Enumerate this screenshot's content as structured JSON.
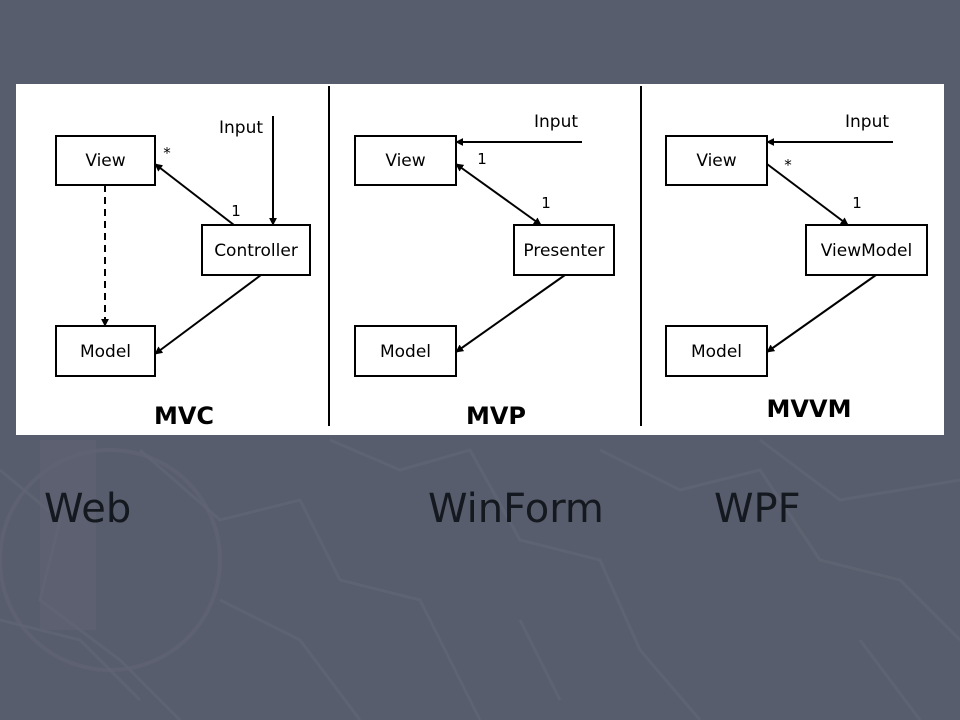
{
  "diagrams": {
    "mvc": {
      "title": "MVC",
      "view": "View",
      "controller": "Controller",
      "model": "Model",
      "input": "Input",
      "mult_view": "*",
      "mult_controller": "1"
    },
    "mvp": {
      "title": "MVP",
      "view": "View",
      "presenter": "Presenter",
      "model": "Model",
      "input": "Input",
      "mult_view": "1",
      "mult_presenter": "1"
    },
    "mvvm": {
      "title": "MVVM",
      "view": "View",
      "viewmodel": "ViewModel",
      "model": "Model",
      "input": "Input",
      "mult_view": "*",
      "mult_viewmodel": "1"
    }
  },
  "platforms": {
    "web": "Web",
    "winform": "WinForm",
    "wpf": "WPF"
  },
  "colors": {
    "background": "#585d6d",
    "panel": "#ffffff",
    "ink": "#000000",
    "platform_text": "#14181f"
  }
}
